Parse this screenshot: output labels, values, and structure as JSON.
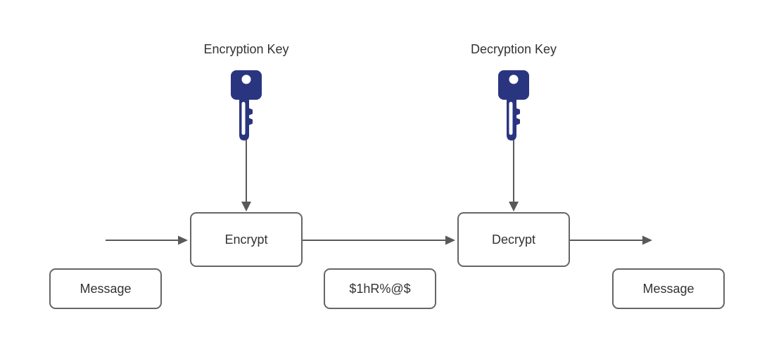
{
  "diagram": {
    "type": "symmetric-encryption-flow",
    "labels": {
      "encryption_key": "Encryption Key",
      "decryption_key": "Decryption Key"
    },
    "nodes": {
      "encrypt": {
        "label": "Encrypt"
      },
      "decrypt": {
        "label": "Decrypt"
      },
      "message_input": {
        "label": "Message"
      },
      "ciphertext": {
        "label": "$1hR%@$"
      },
      "message_output": {
        "label": "Message"
      }
    },
    "icons": [
      {
        "name": "key-icon",
        "instances": 2
      }
    ],
    "flow": [
      "message_input",
      "encrypt",
      "ciphertext",
      "decrypt",
      "message_output"
    ],
    "colors": {
      "key_blue": "#2a3580",
      "box_border": "#666666",
      "arrow": "#595959",
      "text": "#333333",
      "background": "#ffffff"
    }
  }
}
